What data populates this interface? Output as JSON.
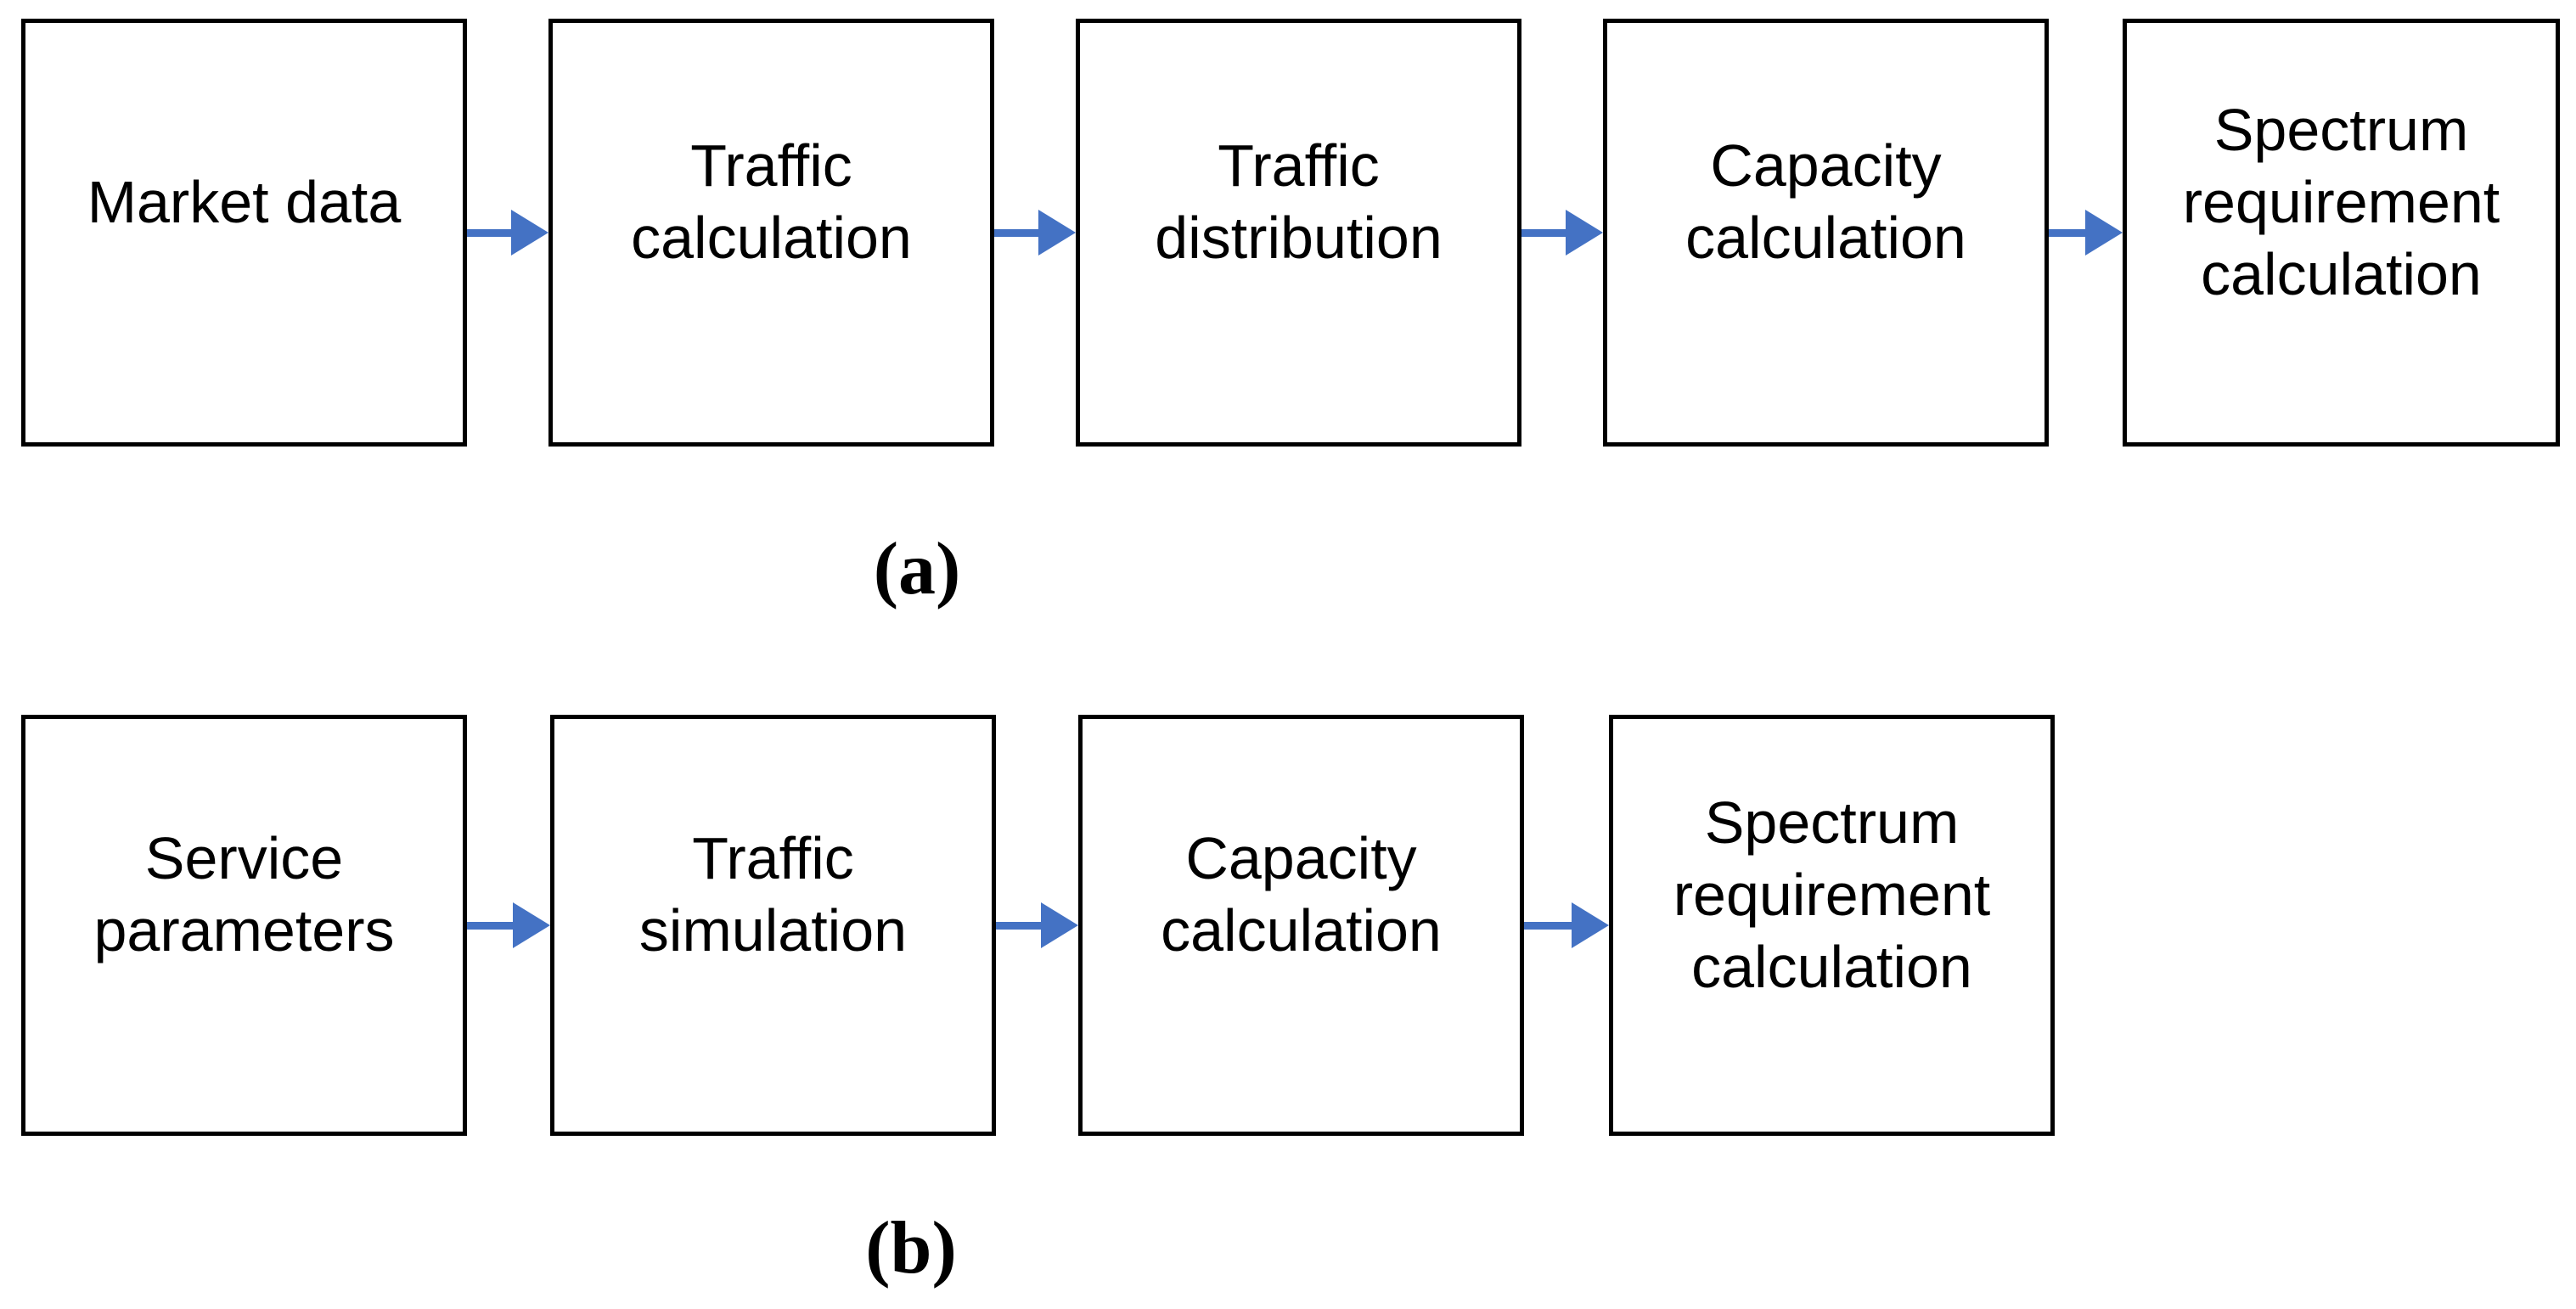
{
  "figure": {
    "description": "Two-part flowchart of spectrum requirement calculation methodologies",
    "colors": {
      "arrow": "#4472C4",
      "box_border": "#000000",
      "text": "#000000",
      "background": "#FFFFFF"
    },
    "rows": [
      {
        "id": "a",
        "label": "(a)",
        "boxes": [
          {
            "text": "Market data"
          },
          {
            "text": "Traffic\ncalculation"
          },
          {
            "text": "Traffic\ndistribution"
          },
          {
            "text": "Capacity\ncalculation"
          },
          {
            "text": "Spectrum\nrequirement\ncalculation"
          }
        ]
      },
      {
        "id": "b",
        "label": "(b)",
        "boxes": [
          {
            "text": "Service\nparameters"
          },
          {
            "text": "Traffic\nsimulation"
          },
          {
            "text": "Capacity\ncalculation"
          },
          {
            "text": "Spectrum\nrequirement\ncalculation"
          }
        ]
      }
    ]
  }
}
